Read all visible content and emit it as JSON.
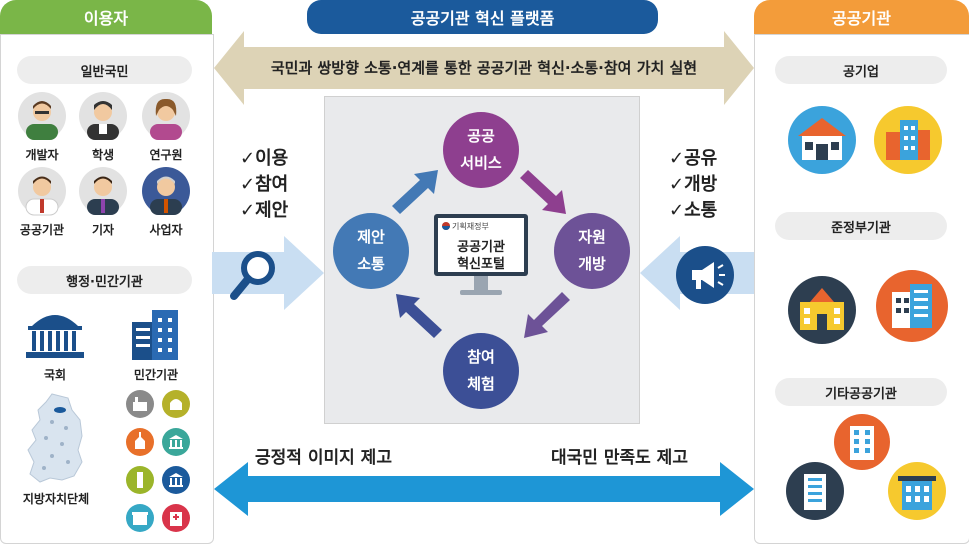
{
  "left": {
    "title": "이용자",
    "group1": "일반국민",
    "people": [
      "개발자",
      "학생",
      "연구원",
      "공공기관",
      "기자",
      "사업자"
    ],
    "group2": "행정·민간기관",
    "inst1": "국회",
    "inst2": "민간기관",
    "inst3": "지방자치단체"
  },
  "center": {
    "title": "공공기관 혁신 플랫폼",
    "banner": "국민과 쌍방향 소통·연계를 통한 공공기관 혁신·소통·참여 가치 실현",
    "cycle": {
      "top": [
        "공공",
        "서비스"
      ],
      "right": [
        "자원",
        "개방"
      ],
      "bottom": [
        "참여",
        "체험"
      ],
      "left": [
        "제안",
        "소통"
      ]
    },
    "monitor_logo": "기획재정부",
    "monitor_text": [
      "공공기관",
      "혁신포털"
    ],
    "checks_left": [
      "✓이용",
      "✓참여",
      "✓제안"
    ],
    "checks_right": [
      "✓공유",
      "✓개방",
      "✓소통"
    ],
    "bottom_left": "긍정적 이미지 제고",
    "bottom_right": "대국민 만족도 제고"
  },
  "right": {
    "title": "공공기관",
    "group1": "공기업",
    "group2": "준정부기관",
    "group3": "기타공공기관"
  },
  "colors": {
    "left_header": "#7ab648",
    "center_header": "#1b5a9c",
    "right_header": "#f39c3a",
    "tan_arrow": "#ddd3b6",
    "blue_arrow": "#1e96d6",
    "circle_top": "#8e3f8f",
    "circle_right": "#6d5297",
    "circle_bottom": "#3c4f96",
    "circle_left": "#4379b5"
  }
}
